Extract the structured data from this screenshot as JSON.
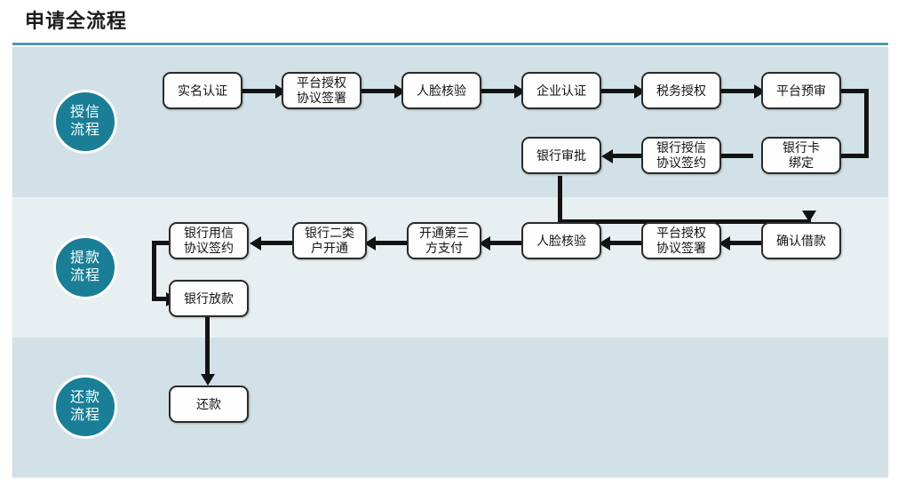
{
  "page": {
    "title": "申请全流程",
    "accent_color": "#1a7e96",
    "rule_color": "#4d9aad",
    "band_dark_color": "#d2e1e7",
    "band_light_color": "#e8eff1",
    "node_fill": "#fdfdfd",
    "node_border": "#2a2a2a",
    "connector_color": "#131313"
  },
  "bands": [
    {
      "id": "credit",
      "label_line1": "授信",
      "label_line2": "流程"
    },
    {
      "id": "withdraw",
      "label_line1": "提款",
      "label_line2": "流程"
    },
    {
      "id": "repay",
      "label_line1": "还款",
      "label_line2": "流程"
    }
  ],
  "nodes": {
    "credit": [
      {
        "id": "n1",
        "line1": "实名认证",
        "line2": ""
      },
      {
        "id": "n2",
        "line1": "平台授权",
        "line2": "协议签署"
      },
      {
        "id": "n3",
        "line1": "人脸核验",
        "line2": ""
      },
      {
        "id": "n4",
        "line1": "企业认证",
        "line2": ""
      },
      {
        "id": "n5",
        "line1": "税务授权",
        "line2": ""
      },
      {
        "id": "n6",
        "line1": "平台预审",
        "line2": ""
      },
      {
        "id": "n7",
        "line1": "银行卡",
        "line2": "绑定"
      },
      {
        "id": "n8",
        "line1": "银行授信",
        "line2": "协议签约"
      },
      {
        "id": "n9",
        "line1": "银行审批",
        "line2": ""
      }
    ],
    "withdraw": [
      {
        "id": "n10",
        "line1": "确认借款",
        "line2": ""
      },
      {
        "id": "n11",
        "line1": "平台授权",
        "line2": "协议签署"
      },
      {
        "id": "n12",
        "line1": "人脸核验",
        "line2": ""
      },
      {
        "id": "n13",
        "line1": "开通第三",
        "line2": "方支付"
      },
      {
        "id": "n14",
        "line1": "银行二类",
        "line2": "户开通"
      },
      {
        "id": "n15",
        "line1": "银行用信",
        "line2": "协议签约"
      },
      {
        "id": "n16",
        "line1": "银行放款",
        "line2": ""
      }
    ],
    "repay": [
      {
        "id": "n17",
        "line1": "还款",
        "line2": ""
      }
    ]
  }
}
